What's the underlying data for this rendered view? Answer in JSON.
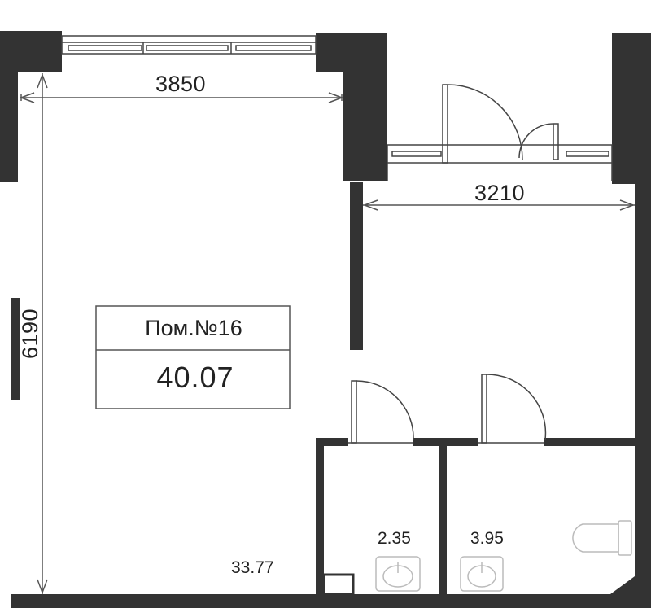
{
  "plan": {
    "title": "Пом.№16",
    "total_area": "40.07",
    "dimensions": {
      "main_width": "3850",
      "main_height": "6190",
      "right_width": "3210"
    },
    "room_areas": {
      "main_room": "33.77",
      "bathroom_small": "2.35",
      "bathroom_large": "3.95"
    },
    "colors": {
      "wall": "#333333",
      "line": "#555555",
      "background": "#ffffff"
    }
  }
}
